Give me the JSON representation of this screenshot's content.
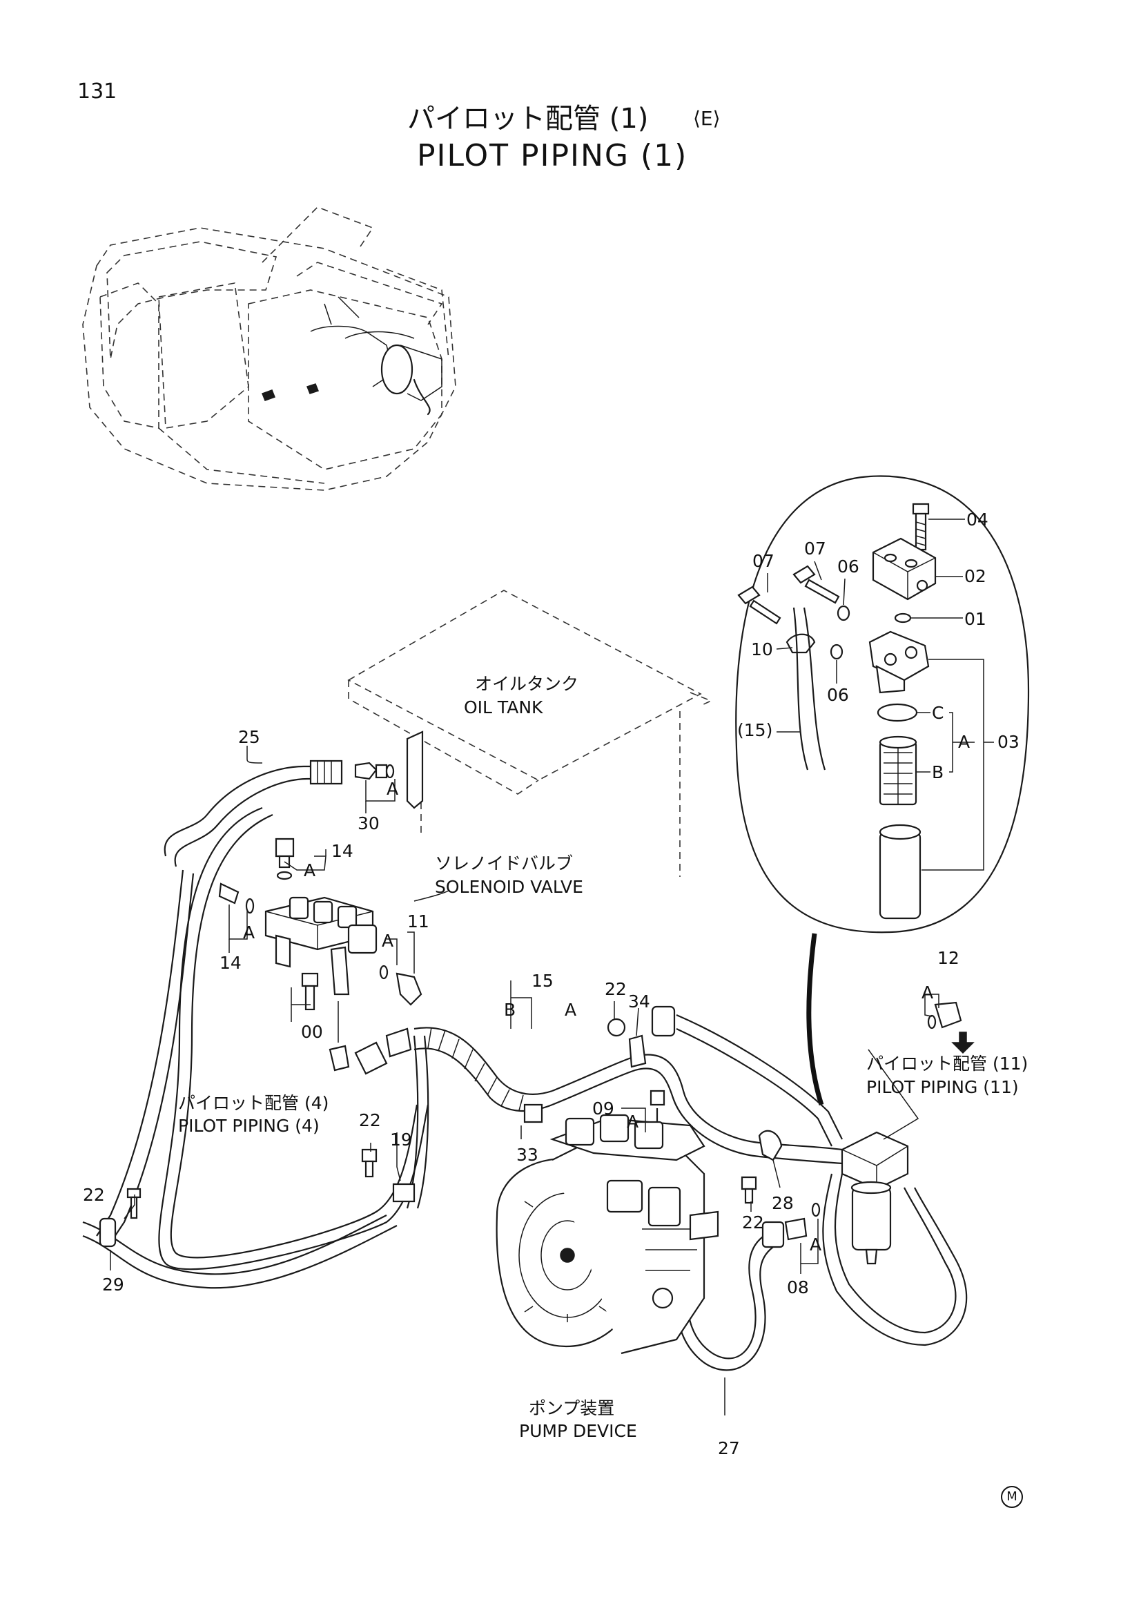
{
  "page_number": "131",
  "title": {
    "jp": "パイロット配管 (1)",
    "variant": "⟨E⟩",
    "en": "PILOT PIPING (1)"
  },
  "captions": {
    "oil_tank_jp": "オイルタンク",
    "oil_tank_en": "OIL TANK",
    "solenoid_jp": "ソレノイドバルブ",
    "solenoid_en": "SOLENOID VALVE",
    "pilot4_jp": "パイロット配管 (4)",
    "pilot4_en": "PILOT PIPING (4)",
    "pilot11_jp": "パイロット配管 (11)",
    "pilot11_en": "PILOT PIPING (11)",
    "pump_jp": "ポンプ装置",
    "pump_en": "PUMP DEVICE"
  },
  "labels": {
    "p04": "04",
    "p02": "02",
    "p07a": "07",
    "p07b": "07",
    "p06a": "06",
    "p01": "01",
    "p10": "10",
    "p06b": "06",
    "p15in": "(15)",
    "c": "C",
    "a03": "A",
    "p03": "03",
    "b": "B",
    "p25": "25",
    "p30": "30",
    "a30": "A",
    "p14a": "14",
    "a14a": "A",
    "a14b": "A",
    "p14b": "14",
    "p11": "11",
    "a11": "A",
    "p00": "00",
    "p15": "15",
    "b15": "B",
    "a15": "A",
    "p22a": "22",
    "p34": "34",
    "p12": "12",
    "a12": "A",
    "p09": "09",
    "a09": "A",
    "p33": "33",
    "p22b": "22",
    "p19": "19",
    "p22c": "22",
    "p29": "29",
    "p22d": "22",
    "p28": "28",
    "a08": "A",
    "p08": "08",
    "p27": "27"
  },
  "mark": "M"
}
